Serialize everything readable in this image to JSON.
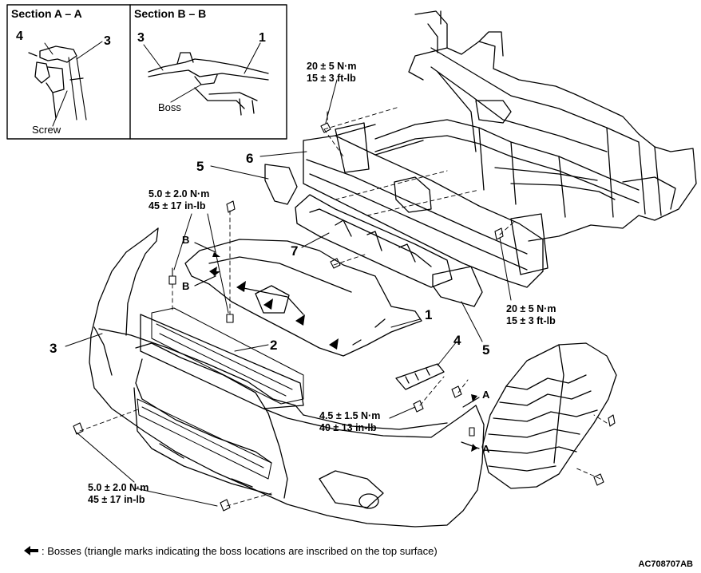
{
  "diagram": {
    "insets": {
      "section_a": {
        "title": "Section A – A",
        "callouts": [
          "4",
          "3"
        ],
        "screw_label": "Screw"
      },
      "section_b": {
        "title": "Section B – B",
        "callouts": [
          "3",
          "1"
        ],
        "boss_label": "Boss"
      }
    },
    "callouts": {
      "c1": "1",
      "c2": "2",
      "c3": "3",
      "c4": "4",
      "c5_left": "5",
      "c5_right": "5",
      "c6": "6",
      "c7": "7"
    },
    "section_markers": {
      "b_upper": "B",
      "b_lower": "B",
      "a_upper": "A",
      "a_lower": "A"
    },
    "torques": {
      "top_right": [
        "20 ± 5 N·m",
        "15 ± 3 ft-lb"
      ],
      "mid_left": [
        "5.0 ± 2.0 N·m",
        "45 ± 17 in-lb"
      ],
      "mid_right": [
        "20 ± 5 N·m",
        "15 ± 3 ft-lb"
      ],
      "center": [
        "4.5 ± 1.5 N·m",
        "40 ± 13 in-lb"
      ],
      "bottom_left": [
        "5.0 ± 2.0 N·m",
        "45 ± 17 in-lb"
      ]
    },
    "legend": ": Bosses (triangle marks indicating the boss locations are inscribed on the top surface)",
    "figure_code": "AC708707AB"
  }
}
